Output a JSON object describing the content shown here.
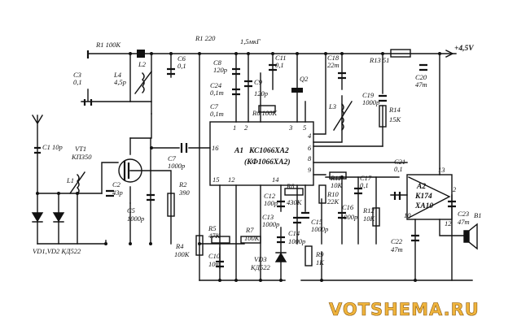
{
  "chips": {
    "a1": {
      "ref": "A1",
      "name": "КС1066ХА2",
      "alt": "(КФ1066ХА2)",
      "pins": [
        "1",
        "2",
        "3",
        "5",
        "4",
        "6",
        "16",
        "8",
        "9",
        "15",
        "12",
        "14"
      ]
    },
    "a2": {
      "ref": "A2",
      "name": "К174",
      "name2": "ХА10",
      "pins": [
        "13",
        "10",
        "2",
        "12"
      ]
    }
  },
  "supply": {
    "label": "+4,5V"
  },
  "watermark": "VOTSHEMA.RU",
  "labels": {
    "r1": "R1 100K",
    "r11top": "R1 220",
    "l1top": "1,5мкГ",
    "c3": "C3",
    "c3v": "0,1",
    "l4": "L4",
    "l4v": "4,5p",
    "l2": "L2",
    "c6": "C6",
    "c6v": "0,1",
    "c8": "C8",
    "c8v": "120p",
    "c11": "C11",
    "c11v": "0,1",
    "c18": "C18",
    "c18v": "22m",
    "r13": "R13 51",
    "c20": "C20",
    "c20v": "47m",
    "c24": "C24",
    "c24v": "0,1m",
    "c9": "C9",
    "c9v": "120p",
    "c7top": "C7",
    "c7topv": "0,1m",
    "r6": "R6 100K",
    "q2": "Q2",
    "l3": "L3",
    "c19": "C19",
    "c19v": "1000p",
    "r14": "R14",
    "r14v": "15K",
    "c1": "C1 10p",
    "vt1": "VT1",
    "vt1v": "КП350",
    "l1": "L1",
    "c7": "C7",
    "c7v": "1000p",
    "c21": "C21",
    "c21v": "0,1",
    "r2": "R2",
    "r2v": "390",
    "c2": "C2",
    "c2v": "43p",
    "c5": "C5",
    "c5v": "1000p",
    "r11": "R11",
    "r11v": "10K",
    "c17": "C17",
    "c17v": "0,1",
    "r10": "R10",
    "r10v": "22K",
    "c12": "C12",
    "c12v": "100p",
    "r8": "R8",
    "r8v": "430K",
    "c16": "C16",
    "c16v": "1000p",
    "r12": "R12",
    "r12v": "10K",
    "c13": "C13",
    "c13v": "1000p",
    "c15": "C15",
    "c15v": "1000p",
    "r5": "R5",
    "r5v": "47K",
    "r7": "R7",
    "r7v": "100K",
    "c14": "C14",
    "c14v": "1000p",
    "r4": "R4",
    "r4v": "100K",
    "c10": "C10",
    "c10v": "10m",
    "vd3": "VD3",
    "vd3v": "КД522",
    "r9": "R9",
    "r9v": "1K",
    "c22": "C22",
    "c22v": "47m",
    "c23": "C23",
    "c23v": "47m",
    "b1": "B1",
    "vd12": "VD1,VD2 КД522"
  }
}
